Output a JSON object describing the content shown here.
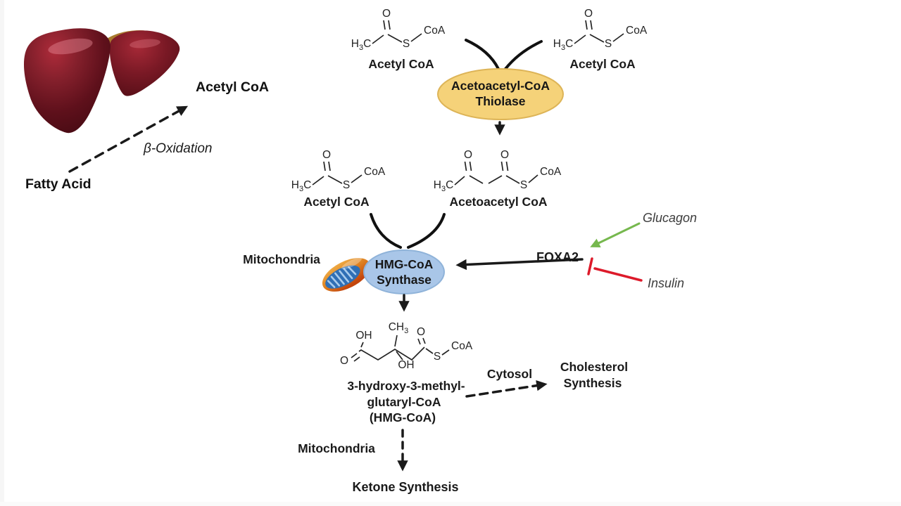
{
  "liver_section": {
    "fatty_acid": "Fatty Acid",
    "beta_oxidation": "β-Oxidation",
    "product": "Acetyl CoA"
  },
  "atoms": {
    "h": "H",
    "three": "3",
    "c": "C",
    "ch": "CH",
    "o": "O",
    "s": "S",
    "coa": "CoA",
    "oh": "OH"
  },
  "reaction1": {
    "left_substrate": "Acetyl CoA",
    "right_substrate": "Acetyl CoA",
    "enzyme_line1": "Acetoacetyl-CoA",
    "enzyme_line2": "Thiolase"
  },
  "reaction2": {
    "left_substrate": "Acetyl CoA",
    "right_substrate": "Acetoacetyl CoA",
    "enzyme_line1": "HMG-CoA",
    "enzyme_line2": "Synthase",
    "compartment": "Mitochondria"
  },
  "regulation": {
    "transcription_factor": "FOXA2",
    "activator": "Glucagon",
    "inhibitor": "Insulin"
  },
  "product": {
    "line1": "3-hydroxy-3-methyl-",
    "line2": "glutaryl-CoA",
    "line3": "(HMG-CoA)"
  },
  "fates": {
    "cytosol": "Cytosol",
    "cholesterol_line1": "Cholesterol",
    "cholesterol_line2": "Synthesis",
    "mitochondria": "Mitochondria",
    "ketone": "Ketone Synthesis"
  },
  "colors": {
    "thiolase_fill": "#F5D279",
    "thiolase_stroke": "#DDB457",
    "synthase_fill": "#A9C6E8",
    "synthase_stroke": "#8FB3D9",
    "synthase_text": "#17375E",
    "glucagon_arrow": "#76B84E",
    "insulin_line": "#DD1A2A",
    "regulator_text": "#3D3D3D"
  }
}
